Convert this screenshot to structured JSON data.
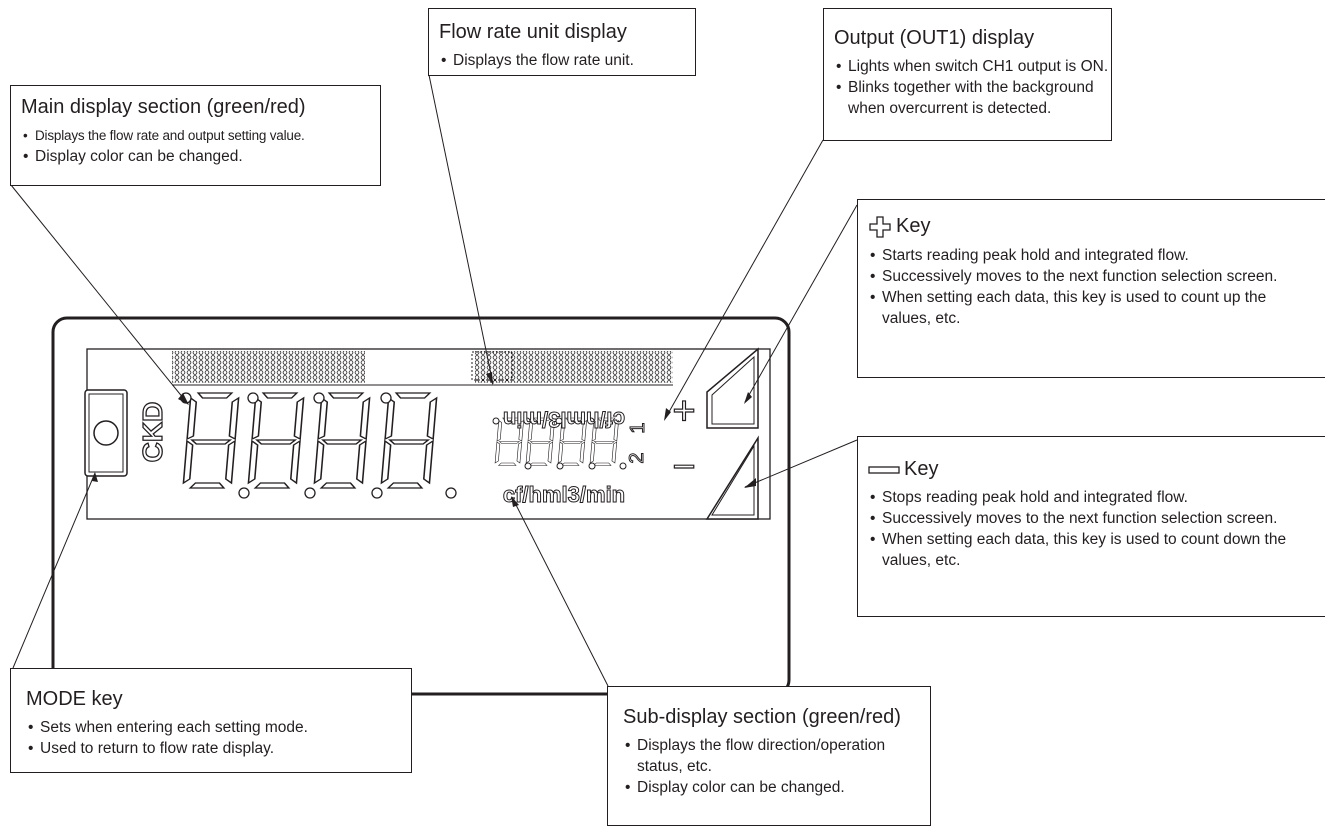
{
  "callouts": {
    "main": {
      "title": "Main display section (green/red)",
      "bullets": [
        "Displays the flow rate and output setting value.",
        "Display color can be changed."
      ]
    },
    "unit": {
      "title": "Flow rate unit display",
      "bullets": [
        "Displays the flow rate unit."
      ]
    },
    "out1": {
      "title": "Output (OUT1) display",
      "bullets": [
        "Lights when switch CH1 output is ON.",
        "Blinks together with the background when overcurrent is detected."
      ]
    },
    "plus": {
      "title": "Key",
      "bullets": [
        "Starts reading peak hold and integrated flow.",
        "Successively moves to the next function selection screen.",
        "When setting each data, this key is used to count up the values, etc."
      ]
    },
    "minus": {
      "title": "Key",
      "bullets": [
        "Stops reading peak hold and integrated flow.",
        "Successively moves to the next function selection screen.",
        "When setting each data, this key is used to count down the values, etc."
      ]
    },
    "mode": {
      "title": "MODE key",
      "bullets": [
        "Sets when entering each setting mode.",
        "Used to return to flow rate display."
      ]
    },
    "sub": {
      "title": "Sub-display section (green/red)",
      "bullets": [
        "Displays the flow direction/operation status, etc.",
        "Display color can be changed."
      ]
    }
  },
  "device": {
    "brand": "CKD",
    "unit_top": "cf/hml3/min",
    "unit_bottom": "cf/hml3/min",
    "out1_label": "1",
    "out2_label": "2",
    "plus_symbol": "+",
    "minus_symbol": "−"
  }
}
